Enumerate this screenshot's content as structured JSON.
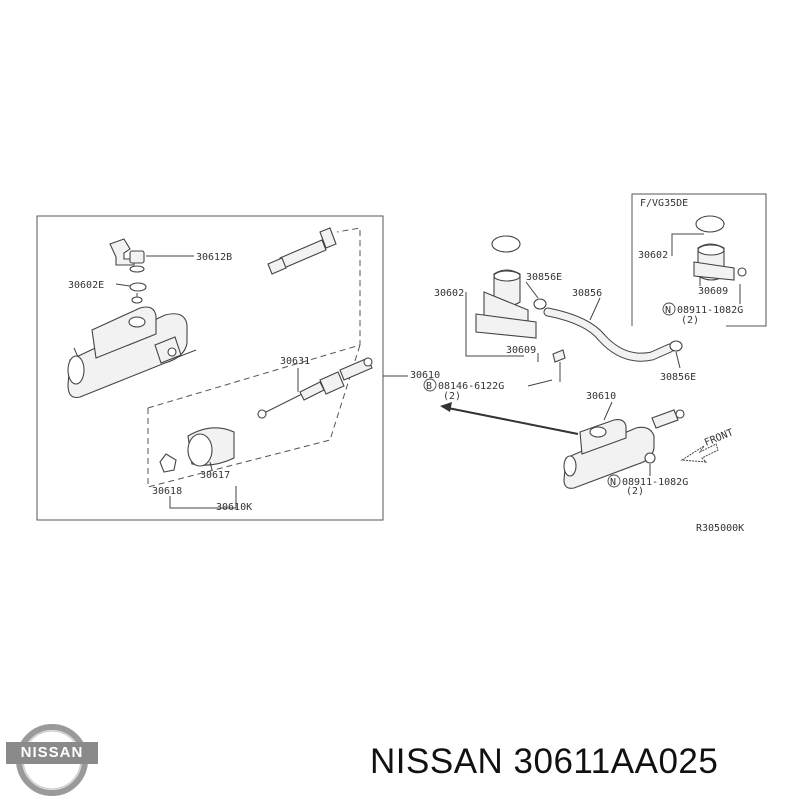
{
  "parts": {
    "p30612B": "30612B",
    "p30602E": "30602E",
    "p30631": "30631",
    "p30617": "30617",
    "p30618": "30618",
    "p30610K": "30610K",
    "p30610_main": "30610",
    "p08146": "08146-6122G",
    "p08146_qty": "(2)",
    "p08146_prefix": "B",
    "p30602": "30602",
    "p30856E_top": "30856E",
    "p30856": "30856",
    "p30609": "30609",
    "p30856E_bottom": "30856E",
    "p30610_right": "30610",
    "p08911_lower": "08911-1082G",
    "p08911_lower_qty": "(2)",
    "p08911_prefix": "N"
  },
  "inset": {
    "title": "F/VG35DE",
    "p30602": "30602",
    "p30609": "30609",
    "p08911": "08911-1082G",
    "p08911_qty": "(2)",
    "p08911_prefix": "N"
  },
  "front_label": "FRONT",
  "diagram_code": "R305000K",
  "logo_text": "NISSAN",
  "caption": "NISSAN 30611AA025"
}
